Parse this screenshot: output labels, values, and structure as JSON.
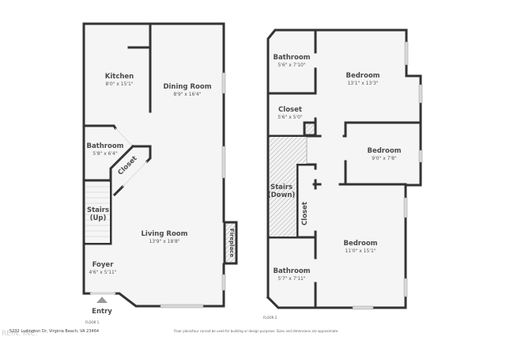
{
  "floor1": {
    "label": "FLOOR 1",
    "rooms": [
      {
        "name": "Kitchen",
        "dims": "8'0\" x 15'1\""
      },
      {
        "name": "Dining Room",
        "dims": "8'9\" x 16'4\""
      },
      {
        "name": "Bathroom",
        "dims": "5'8\" x 6'4\""
      },
      {
        "name": "Closet",
        "dims": ""
      },
      {
        "name": "Stairs",
        "sub": "(Up)"
      },
      {
        "name": "Living Room",
        "dims": "13'9\" x 18'8\""
      },
      {
        "name": "Fireplace",
        "dims": ""
      },
      {
        "name": "Foyer",
        "dims": "4'6\" x 5'11\""
      }
    ],
    "entry_label": "Entry"
  },
  "floor2": {
    "label": "FLOOR 2",
    "rooms": [
      {
        "name": "Bathroom",
        "dims": "5'6\" x 7'10\""
      },
      {
        "name": "Bedroom",
        "dims": "13'1\" x 13'3\""
      },
      {
        "name": "Closet",
        "dims": "5'6\" x 5'0\""
      },
      {
        "name": "Bedroom",
        "dims": "9'0\" x 7'8\""
      },
      {
        "name": "Stairs",
        "sub": "(Down)"
      },
      {
        "name": "Closet",
        "dims": ""
      },
      {
        "name": "Bedroom",
        "dims": "11'0\" x 15'1\""
      },
      {
        "name": "Bathroom",
        "dims": "5'7\" x 7'11\""
      }
    ]
  },
  "footer": {
    "address": "5232 Ludington Dr, Virginia Beach, VA 23464",
    "disclaimer": "Floor plans/tour cannot be used for building or design purposes. Sizes and dimensions are approximate.",
    "watermark": "REIN, INC."
  },
  "colors": {
    "wall": "#333333",
    "floor": "#f5f5f5",
    "window": "#d9d9d9",
    "hatch": "#aaaaaa"
  }
}
